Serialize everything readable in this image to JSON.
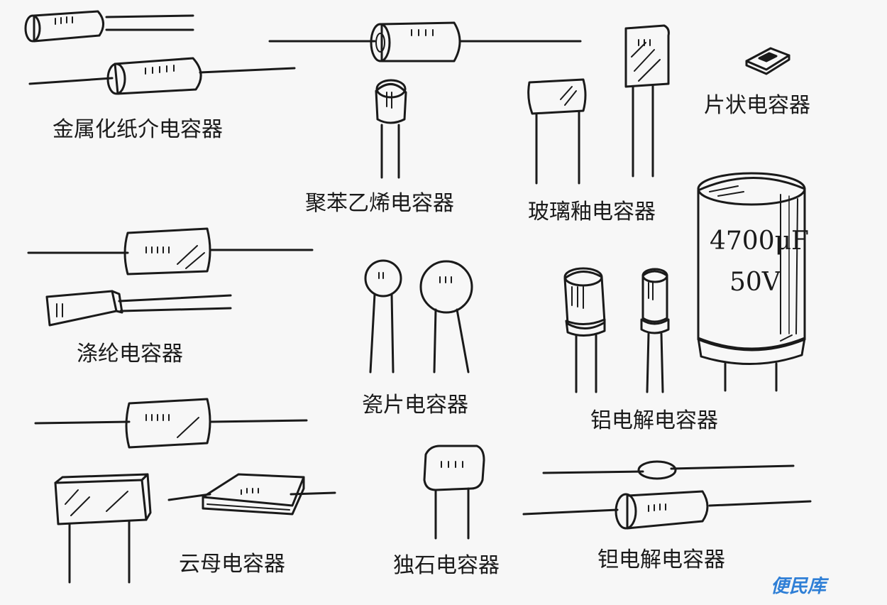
{
  "labels": {
    "metallized_paper": "金属化纸介电容器",
    "polystyrene": "聚苯乙烯电容器",
    "glass_glaze": "玻璃釉电容器",
    "chip": "片状电容器",
    "polyester": "涤纶电容器",
    "ceramic": "瓷片电容器",
    "aluminum_electrolytic": "铝电解电容器",
    "mica": "云母电容器",
    "monolithic": "独石电容器",
    "tantalum_electrolytic": "钽电解电容器"
  },
  "big_cap": {
    "capacitance": "4700μF",
    "voltage": "50V"
  },
  "watermark": "便民库",
  "colors": {
    "ink": "#1a1a1a",
    "background": "#f7f7f7",
    "watermark": "#2f7fd6"
  }
}
